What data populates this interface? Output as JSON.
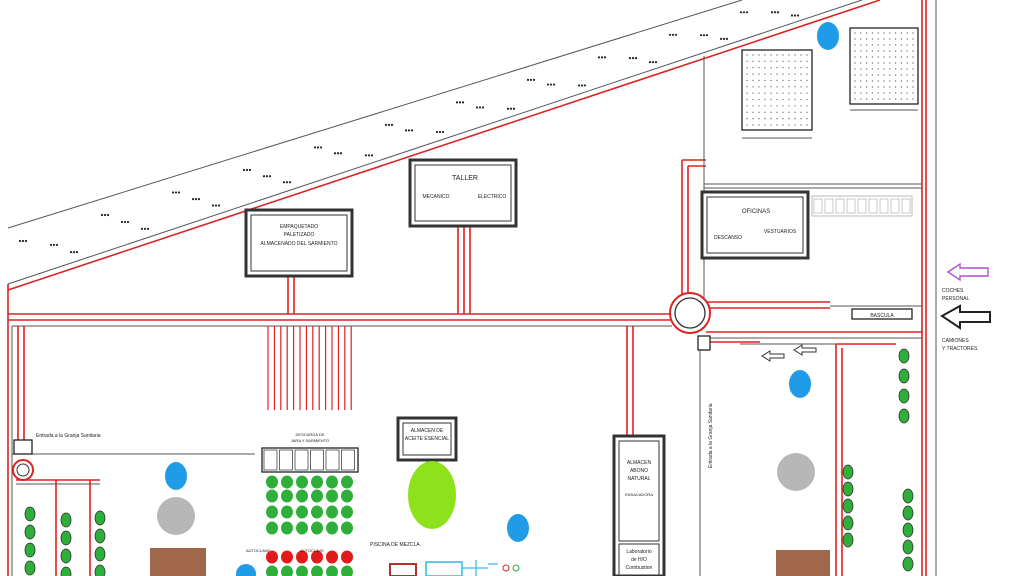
{
  "labels": {
    "taller": "TALLER",
    "mecanico": "MECANICO",
    "electrico": "ELECTRICO",
    "empaquetado_1": "EMPAQUETADO",
    "empaquetado_2": "PALETIZADO",
    "empaquetado_3": "ALMACENADO DEL SARMIENTO",
    "oficinas": "OFICINAS",
    "vestuarios": "VESTUARIOS",
    "descanso": "DESCANSO",
    "coches_1": "COCHES",
    "coches_2": "PERSONAL",
    "camiones_1": "CAMIONES",
    "camiones_2": "Y TRACTORES",
    "bascula": "BASCULA",
    "entrada_izq": "Entrada a la Granja Sanitaria",
    "entrada_der": "Entrada a la Granja Sanitaria",
    "descarga_1": "DESCARGA DE",
    "descarga_2": "JARA Y SARMIENTO",
    "aceite_1": "ALMACEN DE",
    "aceite_2": "ACEITE ESENCIAL",
    "abono_1": "ALMACEN",
    "abono_2": "ABONO",
    "abono_3": "NATURAL",
    "abono_4": "ENSACADORA",
    "lab_1": "Laboratorio",
    "lab_2": "de H/O",
    "lab_3": "Combustion",
    "piscina": "PISCINA DE MEZCLA",
    "autoclave_1": "AUTOCLAVE",
    "autoclave_2": "AUTOCLAVE"
  },
  "colors": {
    "road_red": "#e02222",
    "tree_green": "#2eaf3a",
    "autoclave_red": "#e11b1b",
    "lawn_green": "#8ee21c",
    "water_blue": "#1f9be8",
    "tank_gray": "#b7b7b7",
    "block_brown": "#a0674a",
    "arrow_violet": "#b04fd0",
    "pipe_cyan": "#35c0e8"
  },
  "icons": {
    "entry_arrow_cars": "arrow-left-outline-icon",
    "entry_arrow_trucks": "arrow-left-outline-icon",
    "roundabout": "roundabout-icon"
  }
}
